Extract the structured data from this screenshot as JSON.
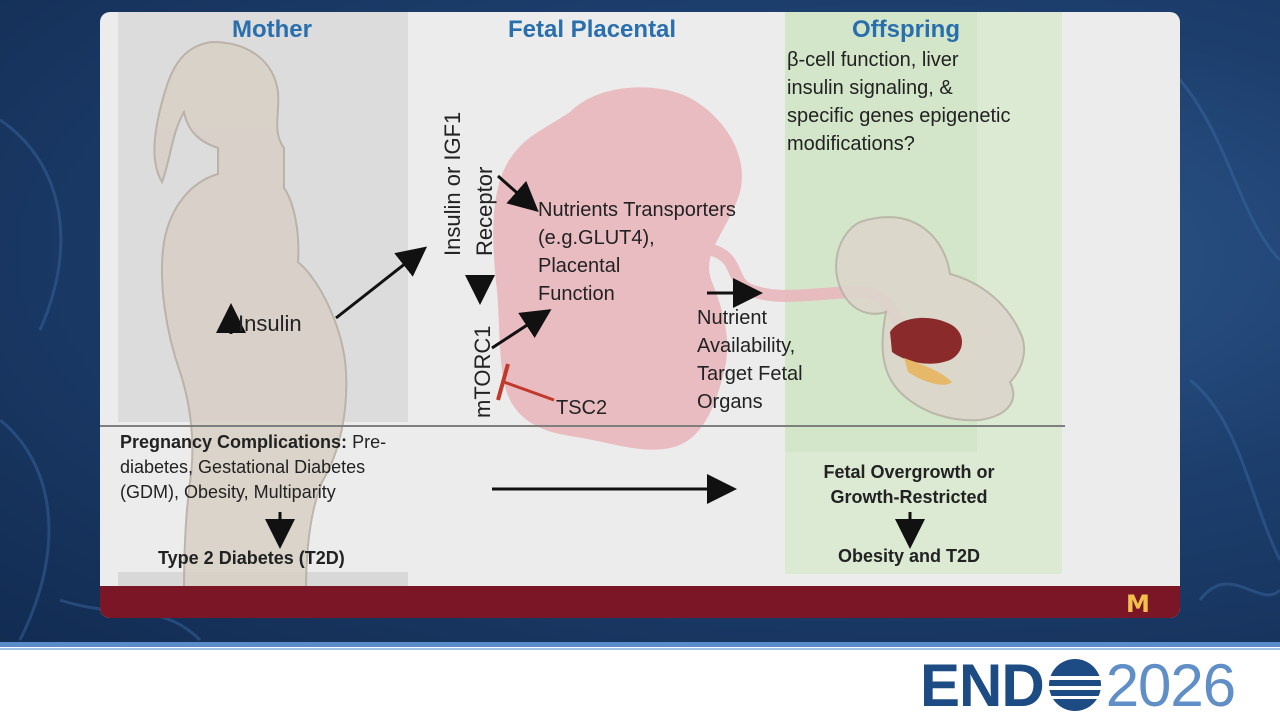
{
  "columns": {
    "mother": "Mother",
    "fetal_placental": "Fetal Placental",
    "offspring": "Offspring"
  },
  "mother": {
    "insulin_label": "Insulin",
    "complications_bold": "Pregnancy Complications:",
    "complications_text": " Pre-\ndiabetes, Gestational Diabetes\n(GDM), Obesity, Multiparity",
    "outcome": "Type 2 Diabetes (T2D)"
  },
  "placenta": {
    "receptor_line1": "Insulin or IGF1",
    "receptor_line2": "Receptor",
    "mtorc1": "mTORC1",
    "tsc2": "TSC2",
    "transporters": "Nutrients Transporters\n(e.g.GLUT4),\nPlacental\nFunction",
    "nutrient": "Nutrient\nAvailability,\nTarget Fetal\nOrgans"
  },
  "offspring": {
    "question": "β-cell function, liver\ninsulin signaling, &\nspecific genes epigenetic\nmodifications?",
    "growth": "Fetal Overgrowth or\nGrowth-Restricted",
    "outcome": "Obesity and T2D"
  },
  "branding": {
    "university_logo": "M",
    "event_name": "END",
    "event_year": "2026"
  },
  "colors": {
    "header_blue": "#2a6fad",
    "maroon": "#7a1625",
    "gold": "#f2c14b",
    "placenta_pink": "#e9b7bd",
    "inhibit_red": "#c0392b"
  }
}
